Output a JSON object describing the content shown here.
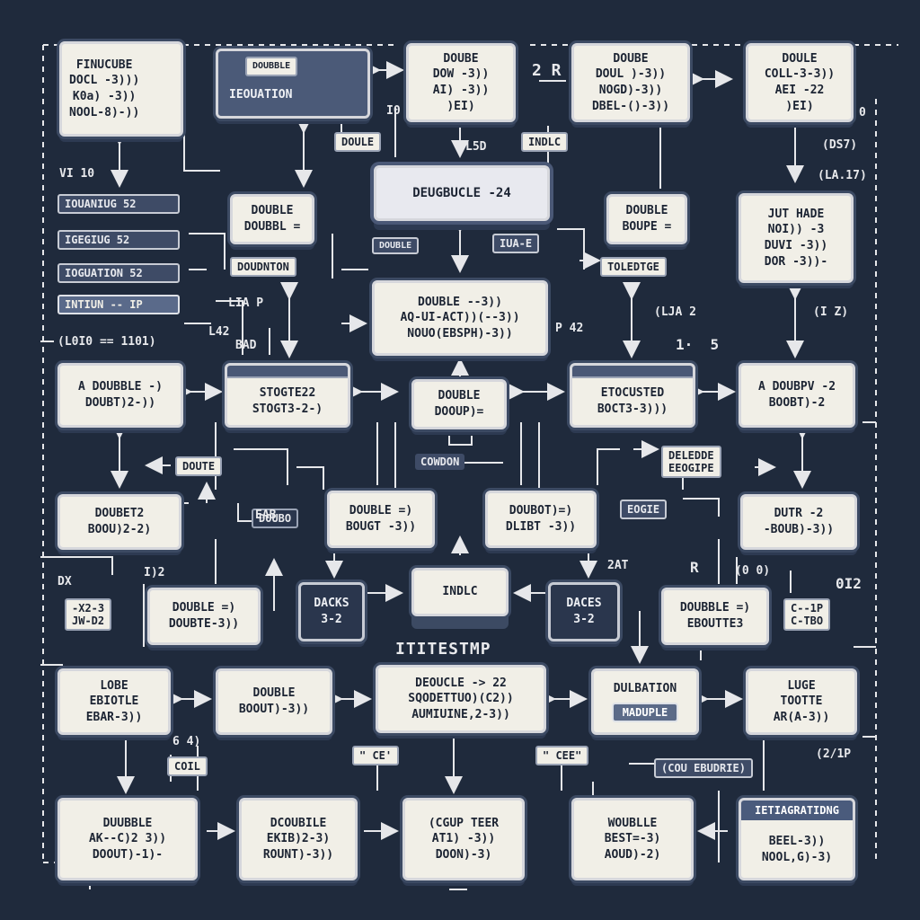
{
  "boxes": {
    "b1": "FINUCUBE\nDOCL -3)))\nK0a) -3))\nNOOL-8)-))",
    "b2": "DOUBE\nDOW -3))\nAI) -3))\n)EI)",
    "b3": "DOUBE\nDOUL )-3))\nNOGD)-3))\nDBEL-()-3))",
    "b4": "DOULE\nCOLL-3-3))\nAEI -22\n)EI)",
    "b5": "DOUBLE\nDOUBBL =",
    "b6": "DOUBLE\nBOUPE =",
    "b7": "JUT HADE\nNOI)) -3\nDUVI -3))\nDOR -3))-",
    "b8": "DOUBLE --3))\nAQ-UI-ACT))(--3))\nNOUO(EBSPH)-3))",
    "b9": "A DOUBBLE -)\nDOUBT)2-))",
    "b10": "STOGTE22\nSTOGT3-2-)",
    "b11": "DOUBLE\nDOOUP)=",
    "b12": "ETOCUSTED\nBOCT3-3)))",
    "b13": "A DOUBPV -2\nBOOBT)-2",
    "b14": "DOUBET2\nBOOU)2-2)",
    "b15": "DOUBLE =)\nBOUGT -3))",
    "b16": "DOUBOT)=)\nDLIBT -3))",
    "b17": "DUTR -2\n-BOUB)-3))",
    "b18": "DACKS\n3-2",
    "b19": "INDLC",
    "b20": "DACES\n3-2",
    "b21": "DOUBLE =)\nDOUBTE-3))",
    "b22": "DOUBBLE =)\nEBOUTTE3",
    "b23": "LOBE\nEBIOTLE\nEBAR-3))",
    "b24": "DOUBLE\nBOOUT)-3))",
    "b25": "DEOUCLE -> 22\nSQODETTUO)(C2))\nAUMIUINE,2-3))",
    "b26": "DULBATION",
    "b26chip": "MADUPLE",
    "b27": "LUGE\nTOOTTE\nAR(A-3))",
    "b28": "DUUBBLE\nAK--C)2 3))\nDOOUT)-1)-",
    "b29": "DCOUBILE\nEKIB)2-3)\nROUNT)-3))",
    "b30": "(CGUP TEER\nAT1) -3))\nDOON)-3)",
    "b31": "WOUBLLE\nBEST=-3)\nAOUD)-2)",
    "b32": "BEEL-3))\nNOOL,G)-3)",
    "b32hdr": "IETIAGRATIDNG",
    "center": "DEUGBUCLE -24",
    "w1": "DOUBBLE",
    "w1b": "IEOUATION"
  },
  "labels": {
    "l1": "DOULE",
    "l2": "INDLC",
    "l3": "IOUANIUG 52",
    "l4": "IGEGIUG 52",
    "l5": "IOGUATION 52",
    "l6": "INTIUN -- IP",
    "l7": "DOUDNTON",
    "l8": "TOLEDTGE",
    "l9": "DOUTE",
    "l10": "DELEDDE\nEEOGIPE",
    "l11": "COWDON",
    "l12": "EOGIE",
    "l13": "IUA-E",
    "l14": "DOUBLE",
    "l15": "-X2-3\nJW-D2",
    "l16": "C--1P\nC-TBO",
    "l17": "\" CE'",
    "l18": "\" CEE\"",
    "l19": "COIL",
    "l20": "(COU EBUDRIE)",
    "l21": "DOUBO",
    "l22": "ITITESTMP"
  },
  "texts": {
    "t1": "2 R",
    "t2": "(DS7)",
    "t3": "(LA.17)",
    "t4": "VI 10",
    "t5": "(L0I0 == 1101)",
    "t6": "LIA P",
    "t7": "L42",
    "t8": "1·  5",
    "t9": "(I Z)",
    "t10": "(LJA 2",
    "t11": "BAD",
    "t12": "L5D",
    "t13": "P 42",
    "t14": "EAB",
    "t15": "2AT",
    "t16": "DX",
    "t17": "(0 0)",
    "t18": "R",
    "t19": "0I2",
    "t20": "6 4)",
    "t21": "I)2",
    "t22": "(2/1P",
    "t23": "0",
    "t24": "I0"
  },
  "colors": {
    "background": "#1f2a3c",
    "box_fill": "#f1efe7",
    "wire": "#e6e7ea",
    "accent": "#4a5b7c"
  }
}
